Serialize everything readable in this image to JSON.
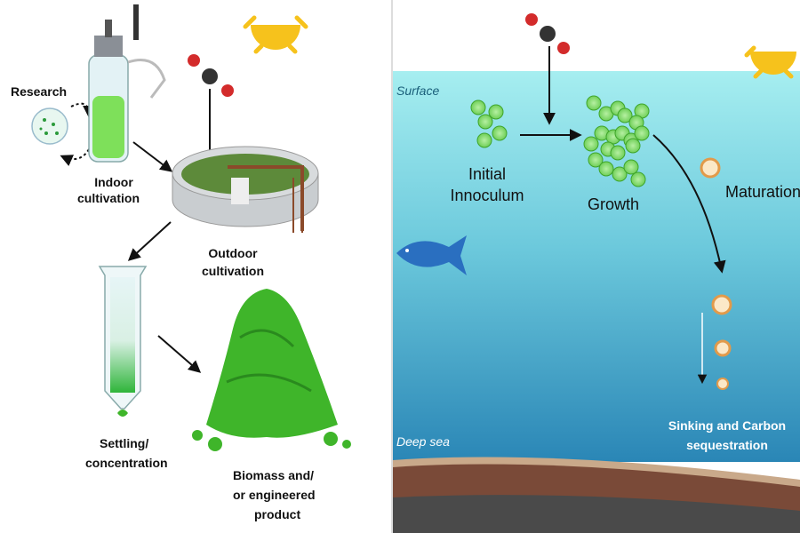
{
  "left_panel": {
    "labels": {
      "research": "Research",
      "indoor_1": "Indoor",
      "indoor_2": "cultivation",
      "outdoor_1": "Outdoor",
      "outdoor_2": "cultivation",
      "settling_1": "Settling/",
      "settling_2": "concentration",
      "biomass_1": "Biomass and/",
      "biomass_2": "or engineered",
      "biomass_3": "product"
    }
  },
  "right_panel": {
    "labels": {
      "surface": "Surface",
      "initial_1": "Initial",
      "initial_2": "Innoculum",
      "growth": "Growth",
      "maturation": "Maturation",
      "sinking_1": "Sinking and Carbon",
      "sinking_2": "sequestration",
      "deep_sea": "Deep sea"
    }
  },
  "colors": {
    "algae": "#3fb52a",
    "cell": "#8ee07a",
    "sun": "#f6c21c",
    "ocean_top": "#a6eef0",
    "ocean_deep": "#2a86b6"
  }
}
